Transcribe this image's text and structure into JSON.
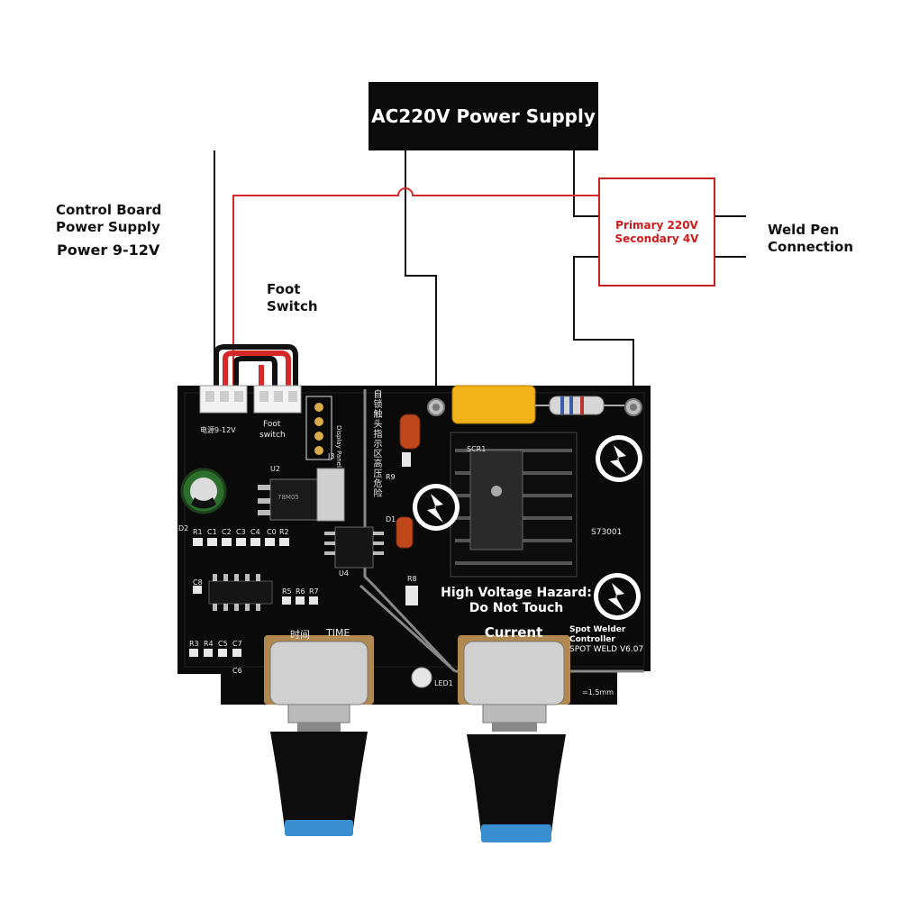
{
  "labels": {
    "power_supply": "AC220V Power Supply",
    "control_board_line1": "Control Board",
    "control_board_line2": "Power Supply",
    "control_board_line3": "Power 9-12V",
    "foot_line1": "Foot",
    "foot_line2": "Switch",
    "transformer_primary": "Primary 220V",
    "transformer_secondary": "Secondary 4V",
    "weld_pen_line1": "Weld Pen",
    "weld_pen_line2": "Connection",
    "hazard_line1": "High Voltage Hazard:",
    "hazard_line2": "Do Not Touch",
    "current": "Current",
    "time": "TIME",
    "time_cn": "时间",
    "controller_line1": "Spot Welder",
    "controller_line2": "Controller",
    "controller_line3": "SPOT WELD V6.07"
  },
  "silkscreen": {
    "power_conn": "电源9-12V",
    "foot_conn1": "Foot",
    "foot_conn2": "switch",
    "display_panel": "Display Panel",
    "cn_vertical": "自锁触头指示区高压危险",
    "j3": "J3",
    "u2": "U2",
    "u4": "U4",
    "scr1": "SCR1",
    "r9": "R9",
    "d1": "D1",
    "r8": "R8",
    "d2": "D2",
    "r1": "R1",
    "c1": "C1",
    "c2": "C2",
    "c3": "C3",
    "c4": "C4",
    "c0": "C0",
    "r2": "R2",
    "c8": "C8",
    "r5": "R5",
    "r6": "R6",
    "r7": "R7",
    "r3": "R3",
    "r4": "R4",
    "c5": "C5",
    "c7": "C7",
    "c6": "C6",
    "led1": "LED1",
    "model": "S73001",
    "thickness": "=1.5mm",
    "regulator": "78M05"
  },
  "colors": {
    "wire_black": "#111111",
    "wire_red": "#d62828",
    "board": "#0a0a0a",
    "silk": "#e9e9e9",
    "transformer_border": "#c81e1e",
    "transformer_text": "#d11a1a",
    "capacitor_yellow": "#f2b21a",
    "knob_blue": "#3a8fd0"
  }
}
